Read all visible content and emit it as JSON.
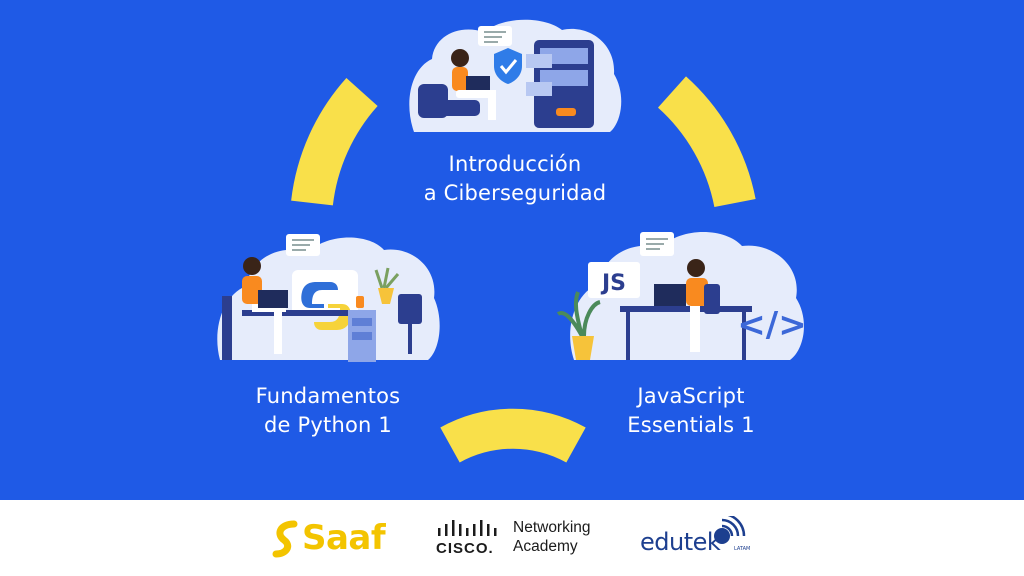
{
  "courses": [
    {
      "line1": "Introducción",
      "line2": "a Ciberseguridad",
      "badge": ""
    },
    {
      "line1": "Fundamentos",
      "line2": "de Python 1",
      "badge": ""
    },
    {
      "line1": "JavaScript",
      "line2": "Essentials 1",
      "badge": "JS"
    }
  ],
  "code_icon": "</>",
  "partners": {
    "saaf": "Saaf",
    "cisco_word": "CISCO.",
    "cisco_line1": "Networking",
    "cisco_line2": "Academy",
    "edutek": "edutek",
    "latam": "LATAM"
  },
  "colors": {
    "background_blue": "#1f5ae6",
    "arc_yellow": "#f9e04a",
    "accent_orange": "#f98a1f",
    "footer_white": "#ffffff"
  }
}
